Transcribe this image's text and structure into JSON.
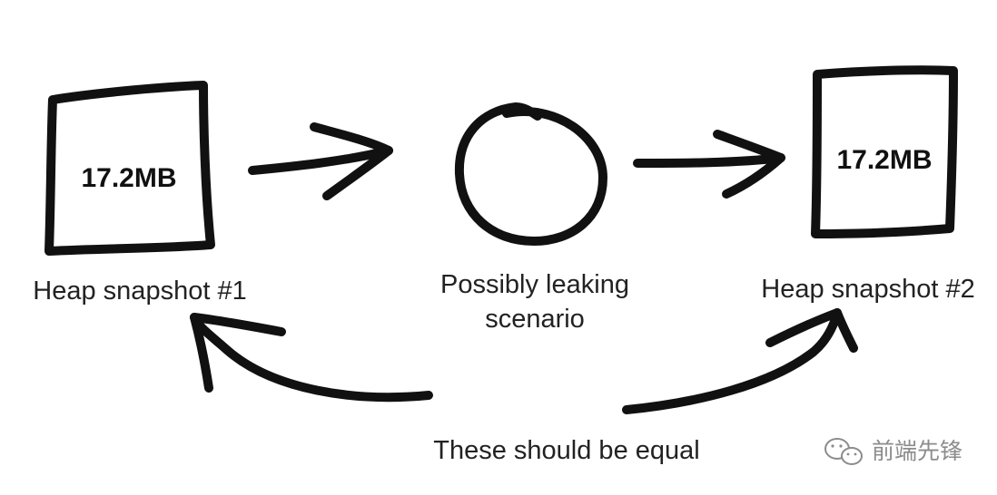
{
  "snapshot_1": {
    "size": "17.2MB",
    "label": "Heap snapshot #1"
  },
  "scenario": {
    "label_line1": "Possibly leaking",
    "label_line2": "scenario"
  },
  "snapshot_2": {
    "size": "17.2MB",
    "label": "Heap snapshot #2"
  },
  "comparison": {
    "label": "These should be equal"
  },
  "watermark": {
    "text": "前端先锋",
    "icon": "wechat-icon"
  },
  "colors": {
    "ink": "#111111",
    "text": "#222222",
    "watermark": "#8c8c8c",
    "background": "#ffffff"
  }
}
